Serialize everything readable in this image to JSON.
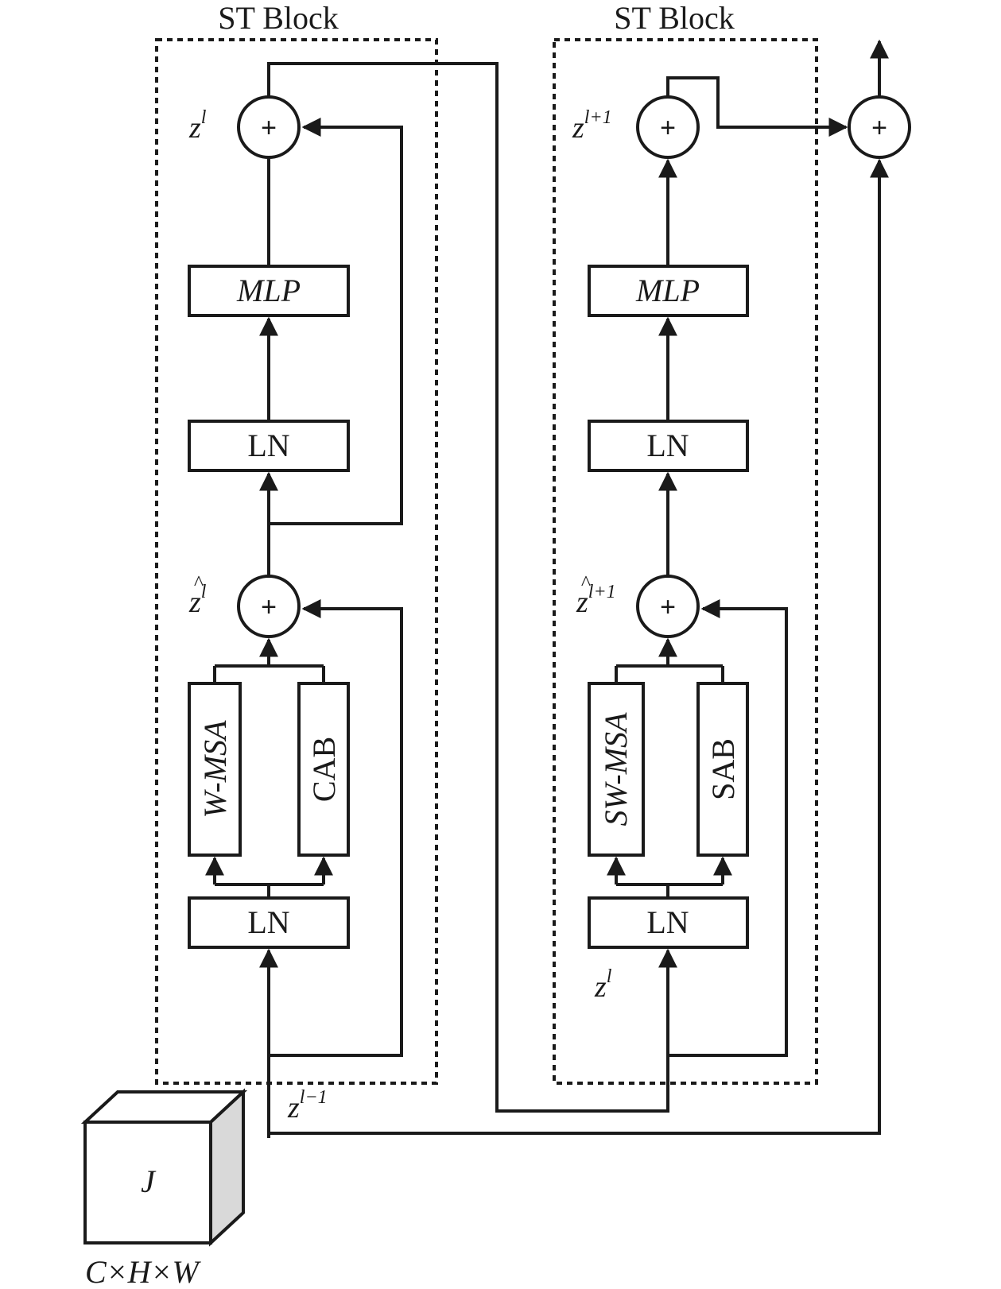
{
  "block_left": {
    "title": "ST Block",
    "mlp": "MLP",
    "ln_top": "LN",
    "ln_bottom": "LN",
    "attn": "W-MSA",
    "aux": "CAB",
    "label_out": "z",
    "label_out_sup": "l",
    "label_mid": "z",
    "label_mid_sup": "l",
    "label_in": "z",
    "label_in_sup": "l−1"
  },
  "block_right": {
    "title": "ST Block",
    "mlp": "MLP",
    "ln_top": "LN",
    "ln_bottom": "LN",
    "attn": "SW-MSA",
    "aux": "SAB",
    "label_out": "z",
    "label_out_sup": "l+1",
    "label_mid": "z",
    "label_mid_sup": "l+1",
    "label_in": "z",
    "label_in_sup": "l"
  },
  "plus_symbol": "+",
  "hat_symbol": "^",
  "input_cube": {
    "label": "J",
    "dims": "C×H×W"
  }
}
